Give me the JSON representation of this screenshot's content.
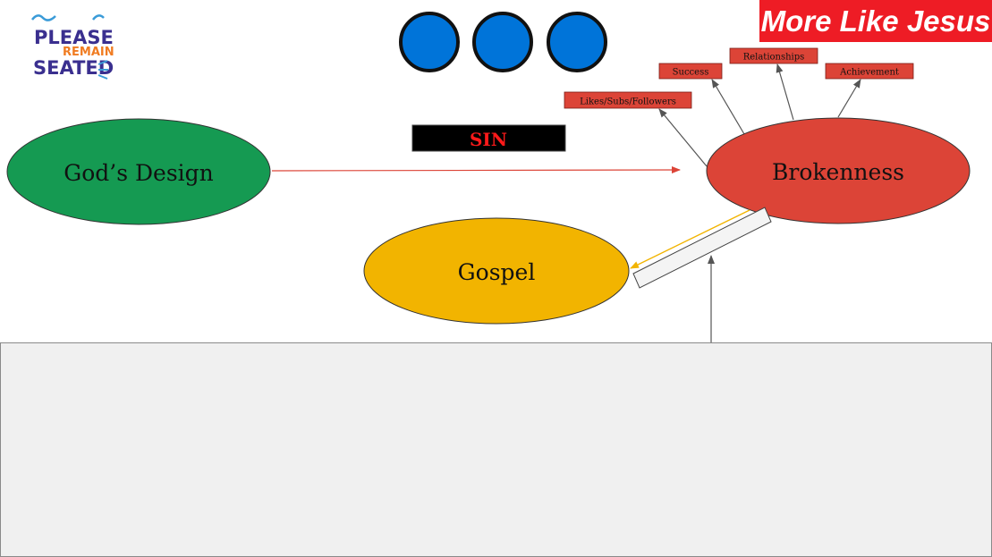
{
  "logo": {
    "line1": "PLEASE",
    "line2": "REMAIN",
    "line3": "SEATED",
    "icon": "please-remain-seated-logo"
  },
  "brand": {
    "label": "More Like Jesus",
    "bg_color": "#ee1c25",
    "text_color": "#ffffff"
  },
  "dots": {
    "count": 3,
    "color": "#0074d9"
  },
  "sin_label": "SIN",
  "nodes": {
    "gods_design": {
      "label": "God’s Design",
      "color": "#159a52"
    },
    "brokenness": {
      "label": "Brokenness",
      "color": "#dc4437"
    },
    "gospel": {
      "label": "Gospel",
      "color": "#f2b400"
    }
  },
  "tags": {
    "likes": "Likes/Subs/Followers",
    "success": "Success",
    "relationships": "Relationships",
    "achievement": "Achievement",
    "color": "#dc4437"
  },
  "colors": {
    "sin_bg": "#000000",
    "sin_text": "#ff1a1a",
    "design_arrow": "#dc4437",
    "gospel_arrow": "#f2b400",
    "panel_bg": "#f0f0f0"
  }
}
